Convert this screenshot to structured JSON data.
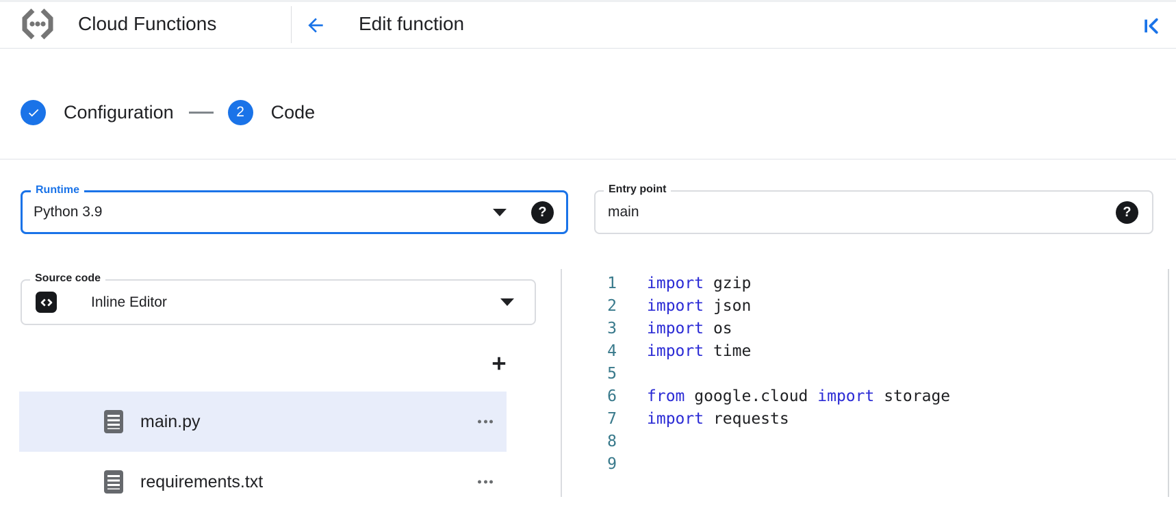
{
  "header": {
    "product_name": "Cloud Functions",
    "page_title": "Edit function"
  },
  "stepper": {
    "steps": [
      {
        "label": "Configuration",
        "state": "completed"
      },
      {
        "label": "Code",
        "state": "active",
        "number": "2"
      }
    ]
  },
  "form": {
    "runtime": {
      "label": "Runtime",
      "value": "Python 3.9"
    },
    "entry_point": {
      "label": "Entry point",
      "value": "main"
    },
    "source_code": {
      "label": "Source code",
      "value": "Inline Editor"
    }
  },
  "help_glyph": "?",
  "file_explorer": {
    "files": [
      {
        "name": "main.py",
        "selected": true
      },
      {
        "name": "requirements.txt",
        "selected": false
      }
    ]
  },
  "editor": {
    "language": "python",
    "lines": [
      {
        "number": "1",
        "tokens": [
          {
            "type": "keyword",
            "text": "import"
          },
          {
            "type": "plain",
            "text": " gzip"
          }
        ]
      },
      {
        "number": "2",
        "tokens": [
          {
            "type": "keyword",
            "text": "import"
          },
          {
            "type": "plain",
            "text": " json"
          }
        ]
      },
      {
        "number": "3",
        "tokens": [
          {
            "type": "keyword",
            "text": "import"
          },
          {
            "type": "plain",
            "text": " os"
          }
        ]
      },
      {
        "number": "4",
        "tokens": [
          {
            "type": "keyword",
            "text": "import"
          },
          {
            "type": "plain",
            "text": " time"
          }
        ]
      },
      {
        "number": "5",
        "tokens": []
      },
      {
        "number": "6",
        "tokens": [
          {
            "type": "keyword",
            "text": "from"
          },
          {
            "type": "plain",
            "text": " google.cloud "
          },
          {
            "type": "keyword",
            "text": "import"
          },
          {
            "type": "plain",
            "text": " storage"
          }
        ]
      },
      {
        "number": "7",
        "tokens": [
          {
            "type": "keyword",
            "text": "import"
          },
          {
            "type": "plain",
            "text": " requests"
          }
        ]
      },
      {
        "number": "8",
        "tokens": []
      },
      {
        "number": "9",
        "tokens": []
      }
    ]
  },
  "colors": {
    "accent": "#1a73e8",
    "keyword": "#2b2bd5",
    "line_number": "#38798b",
    "selected_file_bg": "#e8edfa",
    "text": "#202124"
  }
}
